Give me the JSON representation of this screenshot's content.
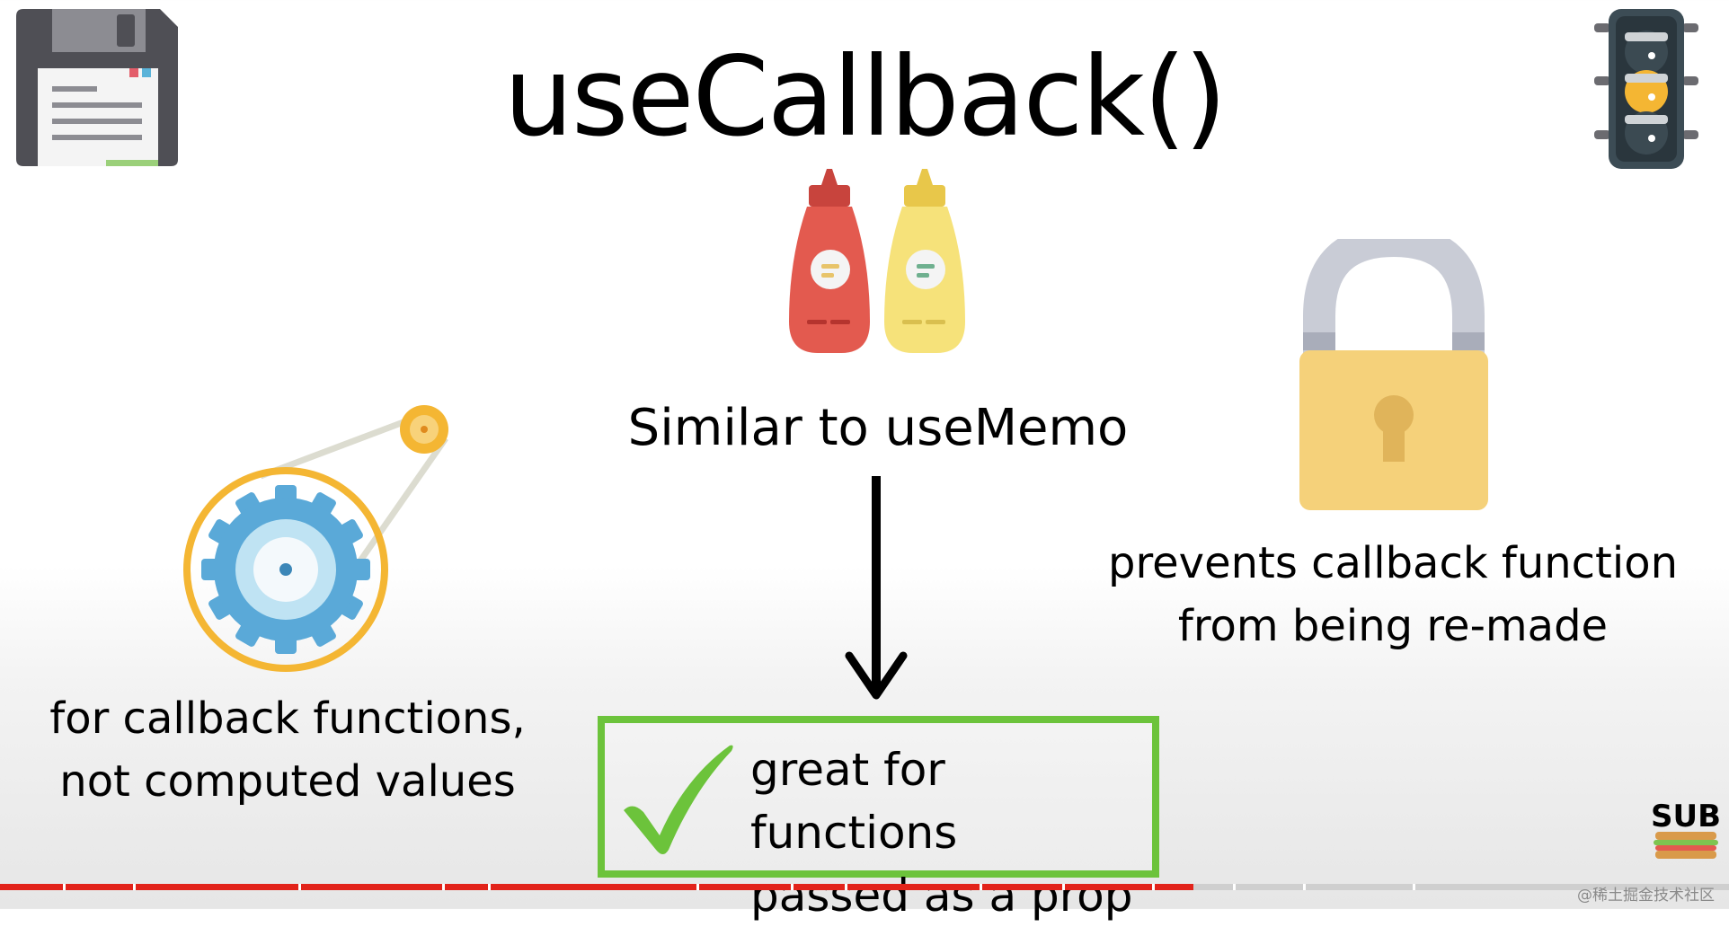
{
  "slide": {
    "title": "useCallback()",
    "subtitle": "Similar to useMemo",
    "left_caption_line1": "for callback functions,",
    "left_caption_line2": "not computed values",
    "right_caption_line1": "prevents callback function",
    "right_caption_line2": "from being re-made",
    "box_line1": "great for functions",
    "box_line2": "passed as a prop"
  },
  "icons": {
    "top_left": "floppy-disk-icon",
    "top_right": "traffic-light-icon",
    "center": "sauce-bottles-icon",
    "left": "gear-pulley-icon",
    "right": "padlock-icon",
    "box": "checkmark-icon",
    "bottom_right_logo": "sub-sandwich-logo"
  },
  "logo": {
    "text": "SUB"
  },
  "video_progress": {
    "played_fraction": 0.69
  },
  "watermark": "@稀土掘金技术社区",
  "colors": {
    "accent_green": "#6cc33b",
    "progress_red": "#e2231a",
    "lock_yellow": "#f5d17a",
    "gear_blue": "#5aa9d8"
  }
}
